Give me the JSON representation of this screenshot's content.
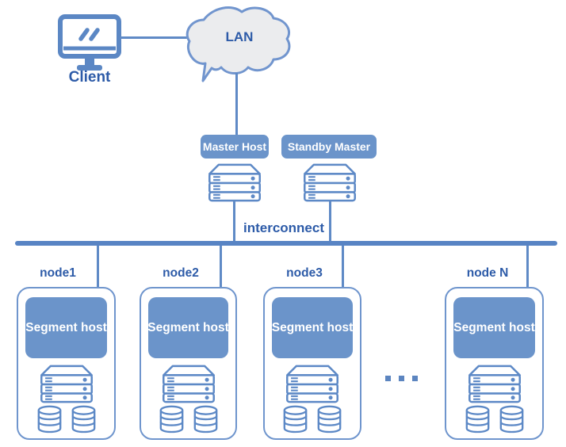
{
  "diagram": {
    "client": {
      "label": "Client"
    },
    "lan": {
      "label": "LAN"
    },
    "masters": {
      "master": "Master Host",
      "standby": "Standby Master"
    },
    "interconnect": {
      "label": "interconnect"
    },
    "ellipsis": "...",
    "nodes": [
      {
        "label": "node1",
        "host": "Segment host"
      },
      {
        "label": "node2",
        "host": "Segment host"
      },
      {
        "label": "node3",
        "host": "Segment host"
      },
      {
        "label": "node N",
        "host": "Segment host"
      }
    ],
    "icons": {
      "client": "monitor-icon",
      "lan": "cloud-icon",
      "host": "server-rack-icon",
      "storage": "database-cylinder-icon"
    },
    "colors": {
      "accent_blue": "#5b87c4",
      "badge_fill": "#6b94ca",
      "label_text": "#2d5ba8",
      "cloud_fill": "#ebecee",
      "outline": "#6f95cd"
    }
  }
}
